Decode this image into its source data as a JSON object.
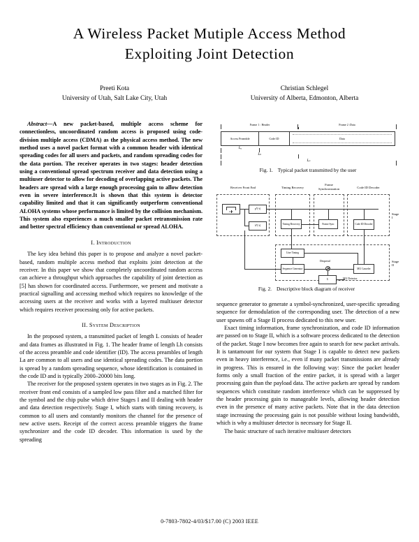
{
  "paper": {
    "title_line1": "A Wireless Packet Mutiple Access Method",
    "title_line2": "Exploiting Joint Detection",
    "authors": [
      {
        "name": "Preeti Kota",
        "affiliation": "University of Utah, Salt Lake City, Utah"
      },
      {
        "name": "Christian Schlegel",
        "affiliation": "University of Alberta, Edmonton, Alberta"
      }
    ]
  },
  "abstract": {
    "lead": "Abstract—",
    "body": "A new packet-based, multiple access scheme for connectionless, uncoordinated random access is proposed using code-division multiple access (CDMA) as the physical access method. The new method uses a novel packet format with a common header with identical spreading codes for all users and packets, and random spreading codes for the data portion. The receiver operates in two stages: header detection using a conventional spread spectrum receiver and data detection using a multiuser detector to allow for decoding of overlapping active packets. The headers are spread with a large enough processing gain to allow detection even in severe interference.It is shown that this system is detector capability limited and that it can significantly outperform conventional ALOHA systems whose performance is limited by the collision mechanism. This system also experiences a much smaller packet retransmission rate and better spectral efficiency than conventional or spread ALOHA."
  },
  "sections": {
    "introduction": {
      "numeral": "I.",
      "title": "Introduction",
      "paragraphs": [
        "The key idea behind this paper is to propose and analyze a novel packet-based, random multiple access method that exploits joint detection at the receiver. In this paper we show that completely uncoordinated random access can achieve a throughput which approaches the capability of joint detection as [5] has shown for coordinated access. Furthermore, we present and motivate a practical signalling and accessing method which requires no knowledge of the accessing users at the receiver and works with a layered multiuser detector which requires receiver processing only for active packets."
      ]
    },
    "system_description": {
      "numeral": "II.",
      "title": "System Description",
      "paragraphs": [
        "In the proposed system, a transmitted packet of length L consists of header and data frames as illustrated in Fig. 1. The header frame of length Lh consists of the access preamble and code identifier (ID). The access preambles of length La are common to all users and use identical spreading codes. The data portion is spread by a random spreading sequence, whose identification is contained in the code ID and is typically 2000–20000 bits long.",
        "The receiver for the proposed system operates in two stages as in Fig. 2. The receiver front end consists of a sampled low pass filter and a matched filter for the symbol and the chip pulse which drive Stages I and II dealing with header and data detection respectively. Stage I, which starts with timing recovery, is common to all users and constantly monitors the channel for the presence of new active users. Receipt of the correct access preamble triggers the frame synchronizer and the code ID decoder. This information is used by the spreading",
        "sequence generator to generate a symbol-synchronized, user-specific spreading sequence for demodulation of the corresponding user. The detection of a new user spawns off a Stage II process dedicated to this new user.",
        "Exact timing information, frame synchronization, and code ID information are passed on to Stage II, which is a software process dedicated to the detection of the packet. Stage I now becomes free again to search for new packet arrivals. It is tantamount for our system that Stage I is capable to detect new packets even in heavy interference, i.e., even if many packet transmissions are already in progress. This is ensured in the following way: Since the packet header forms only a small fraction of the entire packet, it is spread with a larger processing gain than the payload data. The active packets are spread by random sequences which constitute random interference which can be suppressed by the header processing gain to manageable levels, allowing header detection even in the presence of many active packets. Note that in the data detection stage increasing the processing gain is not possible without losing bandwidth, which is why a multiuser detector is necessary for Stage II.",
        "The basic structure of such iterative multiuser detectors"
      ]
    }
  },
  "figures": {
    "fig1": {
      "caption_label": "Fig. 1.",
      "caption_text": "Typical packet transmitted by the user",
      "frame1_label": "Frame 1 : Header",
      "frame2_label": "Frame 2 :Data",
      "cells": [
        "Access Preamble",
        "Code ID",
        "Data"
      ],
      "dim_la": "Lₐ",
      "dim_lh": "Lₕ",
      "dim_lp": "Lₚ"
    },
    "fig2": {
      "caption_label": "Fig. 2.",
      "caption_text": "Descriptive block diagram of receiver",
      "groups": [
        "Receiver Front End",
        "Timing  Recovery",
        "Frame Synchronization",
        "Code ID Decoder"
      ],
      "stage1_label": "Stage I",
      "stage2_label": "Stage II",
      "antenna_label": "LPF",
      "blocks": {
        "matched_filter_1": "p*(-t)",
        "matched_filter_2": "h*(-t)",
        "timing_recovery": "Timing Recovery",
        "frame_sync": "Frame Sync",
        "code_id_decoder": "Code ID Decoder",
        "user_timing": "User  Timing",
        "seq_generator": "Sequence Generator",
        "mu_estimator": "MU Canceler",
        "summer": "Σ",
        "despread": "Despread"
      },
      "mu_detector_label": "MU Detector"
    }
  },
  "footer": {
    "copyright": "0-7803-7802-4/03/$17.00 (C) 2003 IEEE"
  }
}
